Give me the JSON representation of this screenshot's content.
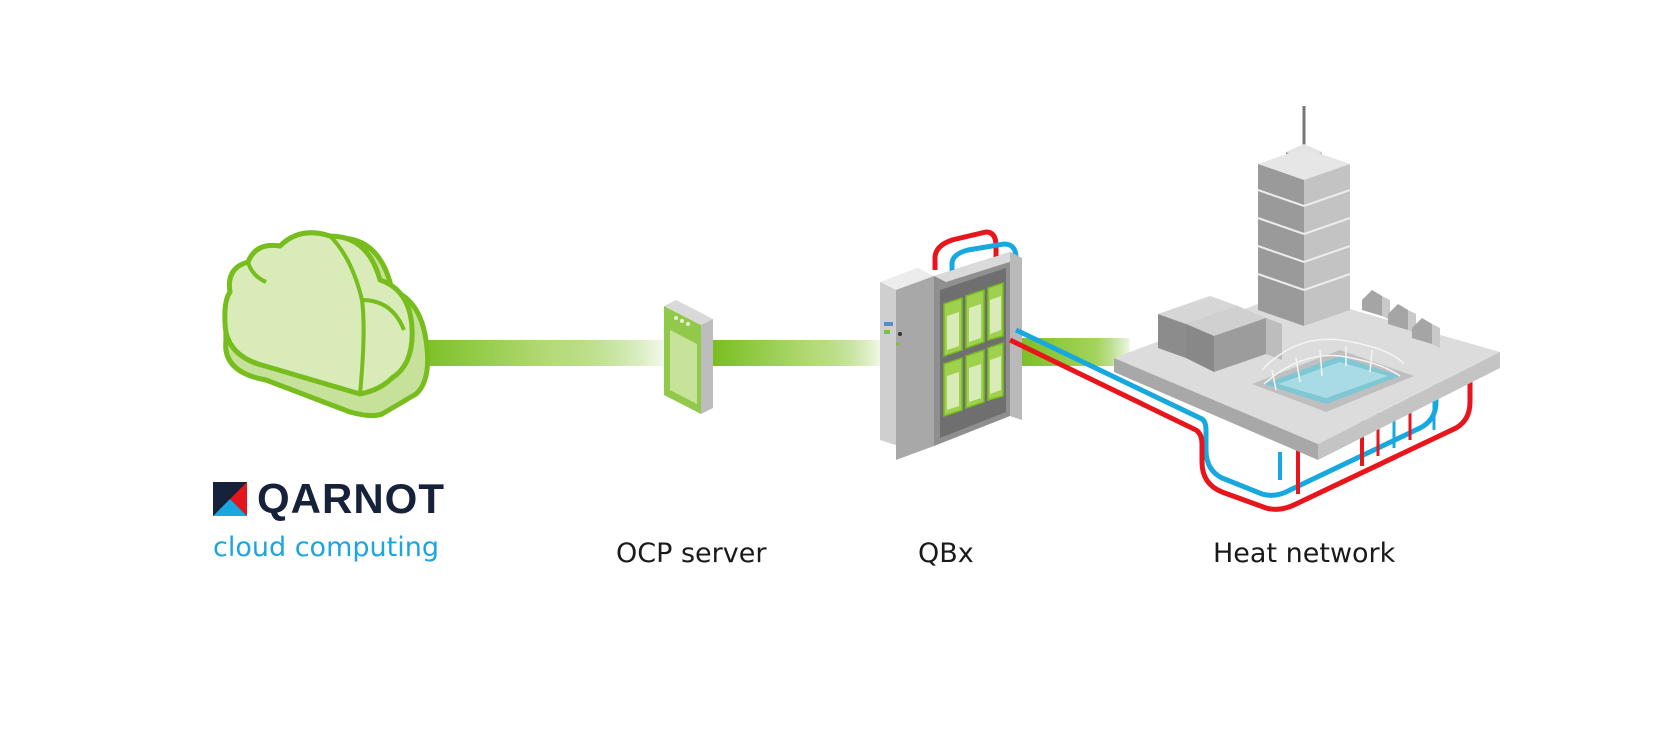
{
  "brand": {
    "name": "QARNOT",
    "tagline": "cloud computing"
  },
  "components": [
    {
      "label": "OCP server"
    },
    {
      "label": "QBx"
    },
    {
      "label": "Heat network"
    }
  ],
  "colors": {
    "green_outline": "#76bd1d",
    "green_fill": "#d8ebb8",
    "hot_pipe": "#e8151b",
    "cold_pipe": "#18a8e0",
    "brand_navy": "#16213a",
    "brand_cyan": "#1ba6e0",
    "brand_red": "#e4161c",
    "text_dark": "#1a1a1a"
  },
  "icons": {
    "cloud": "cloud-icon",
    "server": "server-icon",
    "qbx": "qbx-rack-icon",
    "city": "city-block-icon",
    "logo": "qarnot-logo-icon"
  }
}
